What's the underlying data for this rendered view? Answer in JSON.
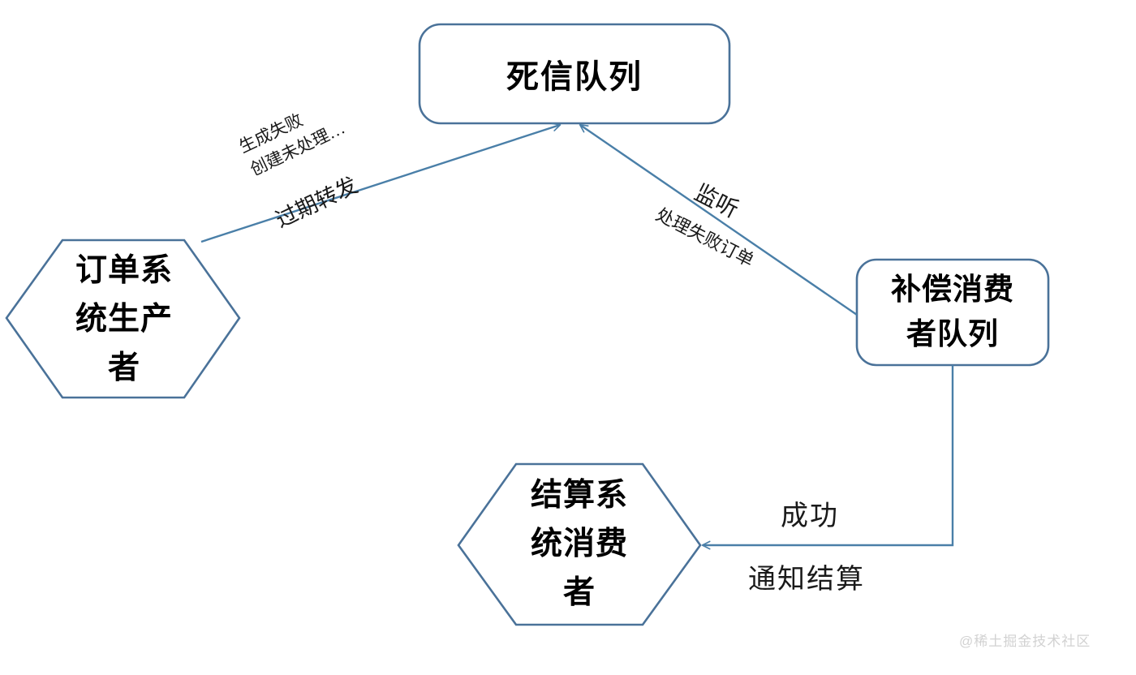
{
  "diagram": {
    "background_color": "#ffffff",
    "stroke_color": "#4a7fa8",
    "node_stroke_color": "#4a7299",
    "text_color": "#000000",
    "nodes": [
      {
        "id": "dead-letter-queue",
        "shape": "rounded-rectangle",
        "label": "死信队列"
      },
      {
        "id": "order-producer",
        "shape": "hexagon",
        "label": "订单系\n统生产\n者"
      },
      {
        "id": "compensation-queue",
        "shape": "rounded-rectangle",
        "label": "补偿消费\n者队列"
      },
      {
        "id": "settlement-consumer",
        "shape": "hexagon",
        "label": "结算系\n统消费\n者"
      }
    ],
    "edges": [
      {
        "id": "order-to-dlq",
        "from": "order-producer",
        "to": "dead-letter-queue",
        "labels_above": [
          "生成失败",
          "创建未处理…"
        ],
        "labels_below": [
          "过期转发"
        ]
      },
      {
        "id": "compensation-to-dlq",
        "from": "compensation-queue",
        "to": "dead-letter-queue",
        "labels_above": [
          "监听"
        ],
        "labels_below": [
          "处理失败订单"
        ]
      },
      {
        "id": "compensation-to-settlement",
        "from": "compensation-queue",
        "to": "settlement-consumer",
        "labels_above": [
          "成功"
        ],
        "labels_below": [
          "通知结算"
        ]
      }
    ]
  },
  "watermark": {
    "text": "@稀土掘金技术社区"
  }
}
